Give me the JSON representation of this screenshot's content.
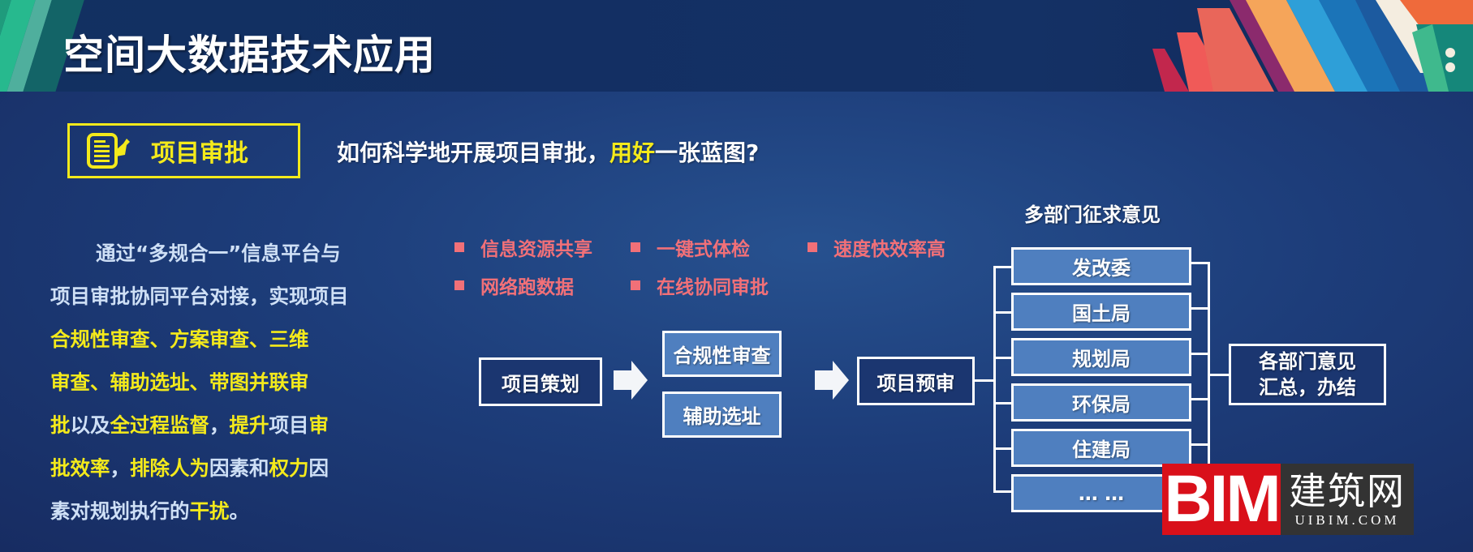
{
  "header": {
    "title": "空间大数据技术应用"
  },
  "section": {
    "icon": "document-icon",
    "label": "项目审批"
  },
  "question": {
    "before": "如何科学地开展项目审批，",
    "highlight": "用好",
    "after": "一张蓝图?"
  },
  "paragraph": {
    "segments": [
      {
        "text": "通过“多规合一”信息平台与项目审批协同平台对接，实现项目",
        "highlight": false
      },
      {
        "text": "合规性审查、方案审查、三维审查、辅助选址、带图并联审批",
        "highlight": true
      },
      {
        "text": "以及",
        "highlight": false
      },
      {
        "text": "全过程监督",
        "highlight": true
      },
      {
        "text": "，",
        "highlight": false
      },
      {
        "text": "提升",
        "highlight": true
      },
      {
        "text": "项目",
        "highlight": false
      },
      {
        "text": "审批效率",
        "highlight": true
      },
      {
        "text": "，",
        "highlight": false
      },
      {
        "text": "排除人为",
        "highlight": true
      },
      {
        "text": "因素和",
        "highlight": false
      },
      {
        "text": "权力",
        "highlight": true
      },
      {
        "text": "因素对规划执行的",
        "highlight": false
      },
      {
        "text": "干扰",
        "highlight": true
      },
      {
        "text": "。",
        "highlight": false
      }
    ],
    "lines": [
      [
        {
          "t": "通过“多规合一”信息平台与",
          "y": false
        }
      ],
      [
        {
          "t": "项目审批协同平台对接，实现项目",
          "y": false
        }
      ],
      [
        {
          "t": "合规性审查、方案审查、三维",
          "y": true
        }
      ],
      [
        {
          "t": "审查、辅助选址、带图并联审",
          "y": true
        }
      ],
      [
        {
          "t": "批",
          "y": true
        },
        {
          "t": "以及",
          "y": false
        },
        {
          "t": "全过程监督",
          "y": true
        },
        {
          "t": "，",
          "y": false
        },
        {
          "t": "提升",
          "y": true
        },
        {
          "t": "项目",
          "y": false
        },
        {
          "t": "审",
          "y": true
        }
      ],
      [
        {
          "t": "批效率",
          "y": true
        },
        {
          "t": "，",
          "y": false
        },
        {
          "t": "排除人为",
          "y": true
        },
        {
          "t": "因素和",
          "y": false
        },
        {
          "t": "权力",
          "y": true
        },
        {
          "t": "因",
          "y": false
        }
      ],
      [
        {
          "t": "素对规划执行的",
          "y": false
        },
        {
          "t": "干扰",
          "y": true
        },
        {
          "t": "。",
          "y": false
        }
      ]
    ]
  },
  "features": [
    "信息资源共享",
    "一键式体检",
    "速度快效率高",
    "网络跑数据",
    "在线协同审批"
  ],
  "flow": {
    "step1": "项目策划",
    "step2a": "合规性审查",
    "step2b": "辅助选址",
    "step3": "项目预审",
    "departments_title": "多部门征求意见",
    "departments": [
      "发改委",
      "国土局",
      "规划局",
      "环保局",
      "住建局",
      "… …"
    ],
    "result_line1": "各部门意见",
    "result_line2": "汇总，办结"
  },
  "watermark": {
    "brand": "BIM",
    "cn": "建筑网",
    "domain": "UIBIM.COM"
  },
  "colors": {
    "background": "#1d3d7a",
    "highlight_yellow": "#f4ea1b",
    "feature_pink": "#f17078",
    "box_blue": "#4f7fbf",
    "watermark_red": "#d9101a"
  }
}
